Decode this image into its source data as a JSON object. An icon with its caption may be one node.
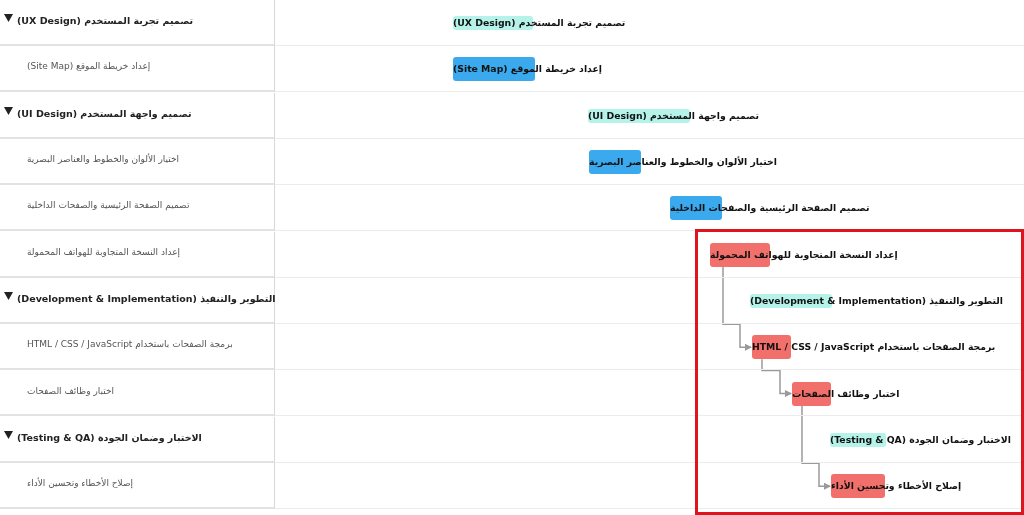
{
  "diagram": {
    "nodes": [
      {
        "text": [
          "تصميم تجربة المستخدم (UX Design)"
        ]
      },
      {
        "text": [
          "إعداد خريطة الموقع (Site Map)"
        ]
      },
      {
        "text": [
          "تصميم واجهة المستخدم (UI Design)"
        ]
      },
      {
        "text": [
          "اختيار الألوان والخطوط والعناصر البصرية"
        ]
      },
      {
        "text": [
          "تصميم الصفحة الرئيسية والصفحات الداخلية"
        ]
      },
      {
        "text": [
          "إعداد النسخة المتجاوبة للهواتف المحمولة"
        ]
      },
      {
        "text": [
          "التطوير والتنفيذ (Development & Implementation)"
        ]
      },
      {
        "text": [
          "برمجة الصفحات باستخدام HTML / CSS / JavaScript"
        ]
      },
      {
        "text": [
          "اختبار وظائف الصفحات"
        ]
      },
      {
        "text": [
          "الاختبار وضمان الجودة (Testing & QA)"
        ]
      },
      {
        "text": [
          "إصلاح الأخطاء وتحسين الأداء"
        ]
      }
    ],
    "edges": [
      {
        "from": 5,
        "to": 7,
        "arrow": "to"
      },
      {
        "from": 7,
        "to": 8,
        "arrow": "to"
      },
      {
        "from": 8,
        "to": 10,
        "arrow": "to"
      }
    ],
    "labels": [
      "تصميم تجربة المستخدم (UX Design)",
      "إعداد خريطة الموقع (Site Map)",
      "تصميم واجهة المستخدم (UI Design)",
      "اختيار الألوان والخطوط والعناصر البصرية",
      "تصميم الصفحة الرئيسية والصفحات الداخلية",
      "إعداد النسخة المتجاوبة للهواتف المحمولة",
      "التطوير والتنفيذ (Development & Implementation)",
      "برمجة الصفحات باستخدام HTML / CSS / JavaScript",
      "اختبار وظائف الصفحات",
      "الاختبار وضمان الجودة (Testing & QA)",
      "إصلاح الأخطاء وتحسين الأداء"
    ]
  }
}
